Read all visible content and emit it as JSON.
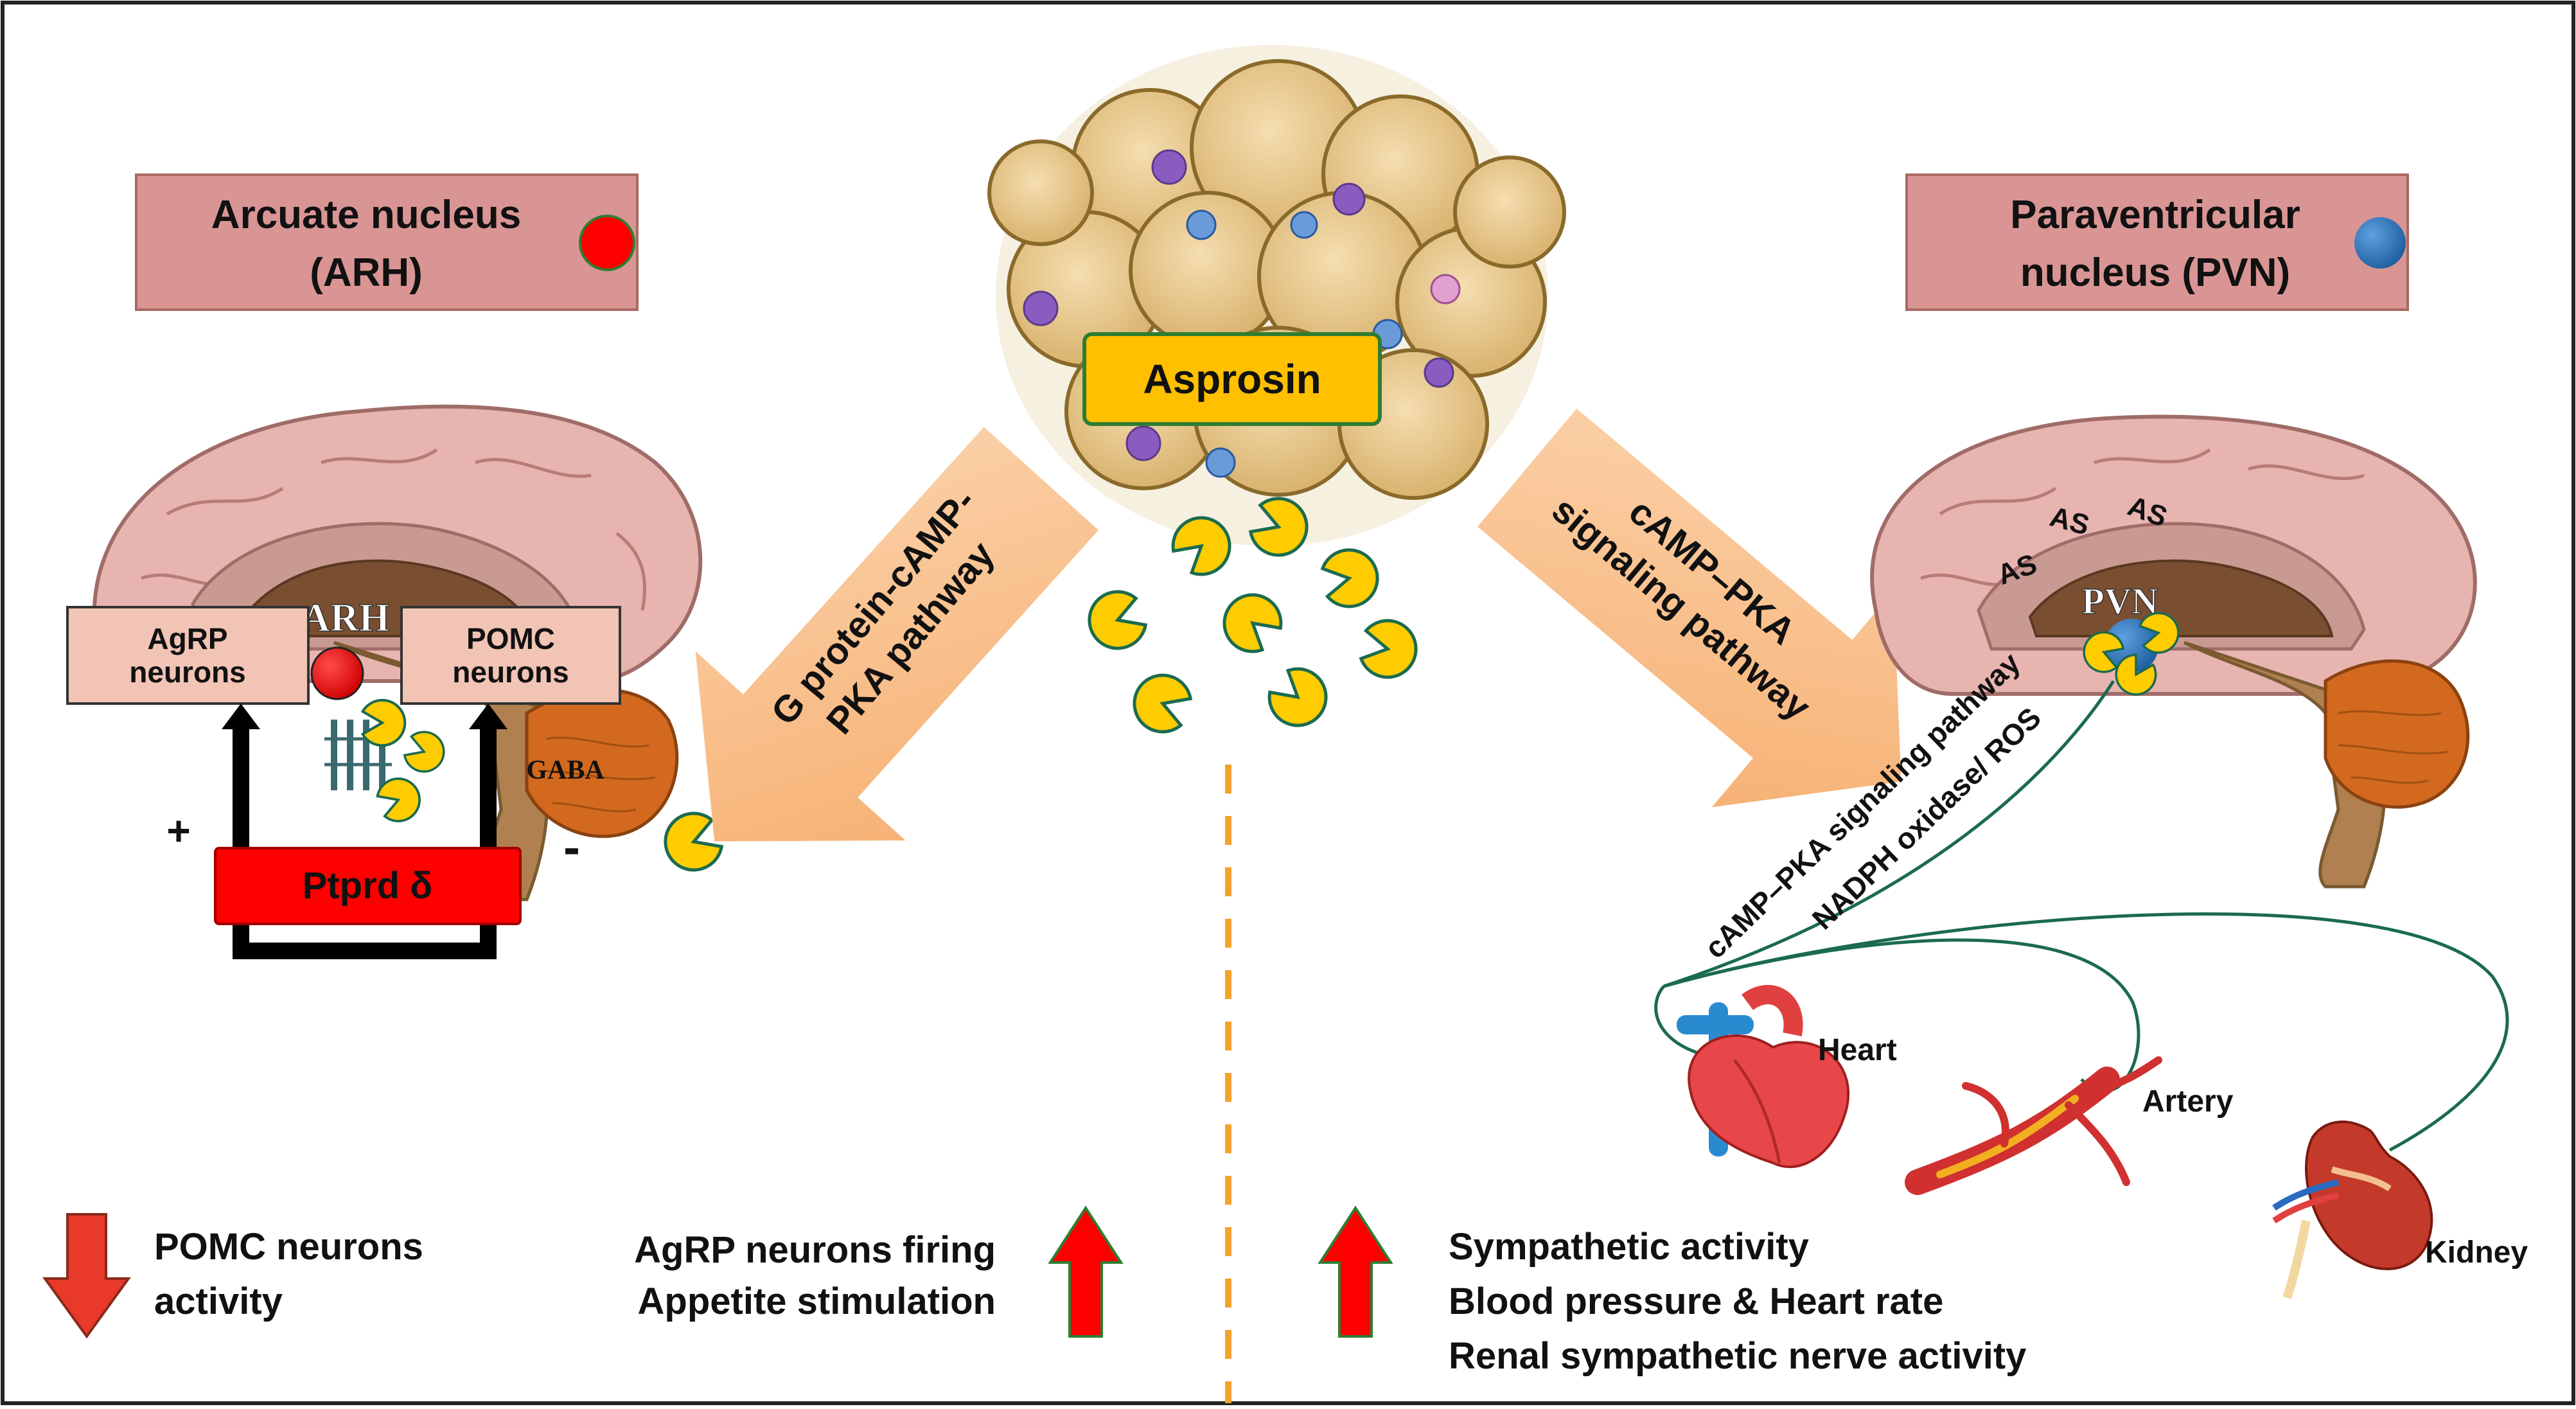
{
  "asprosin_label": "Asprosin",
  "left": {
    "region_title_line1": "Arcuate nucleus",
    "region_title_line2": "(ARH)",
    "pathway_line1": "G protein-cAMP-",
    "pathway_line2": "PKA pathway",
    "arh_label": "ARH",
    "agrp_line1": "AgRP",
    "agrp_line2": "neurons",
    "pomc_line1": "POMC",
    "pomc_line2": "neurons",
    "gaba_label": "GABA",
    "plus_sign": "+",
    "minus_sign": "-",
    "receptor_label": "Ptprd δ"
  },
  "right": {
    "region_title_line1": "Paraventricular",
    "region_title_line2": "nucleus (PVN)",
    "pathway_line1": "cAMP–PKA",
    "pathway_line2": "signaling pathway",
    "pvn_label": "PVN",
    "as_label": "AS",
    "nerve_line1": "cAMP–PKA signaling pathway",
    "nerve_line2": "NADPH oxidase/ ROS",
    "heart_label": "Heart",
    "artery_label": "Artery",
    "kidney_label": "Kidney"
  },
  "outcomes": {
    "pomc_line1": "POMC neurons",
    "pomc_line2": "activity",
    "agrp_line1": "AgRP neurons firing",
    "agrp_line2": "Appetite stimulation",
    "symp_line1": "Sympathetic activity",
    "symp_line2": "Blood pressure & Heart rate",
    "symp_line3": "Renal sympathetic nerve activity"
  },
  "colors": {
    "region_box": "#d99594",
    "asprosin_box": "#ffc000",
    "pathway_arrow": "#fac090",
    "receptor_box": "#ff0000",
    "up_arrow": "#ff0000",
    "down_arrow": "#e8392a",
    "arh_dot": "#ff0000",
    "pvn_dot": "#1f6fb5",
    "divider": "#f4a22d",
    "asprosin_molecule": "#ffcc00",
    "nerve": "#1b6b4f"
  }
}
